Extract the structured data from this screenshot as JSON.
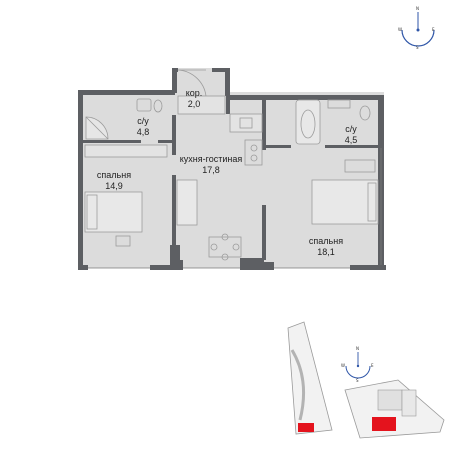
{
  "rooms": [
    {
      "id": "bedroom-1",
      "name": "спальня",
      "area": "14,9"
    },
    {
      "id": "bathroom-1",
      "name": "с/у",
      "area": "4,8"
    },
    {
      "id": "corridor",
      "name": "кор.",
      "area": "2,0"
    },
    {
      "id": "kitchen-living",
      "name": "кухня-гостиная",
      "area": "17,8"
    },
    {
      "id": "bathroom-2",
      "name": "с/у",
      "area": "4,5"
    },
    {
      "id": "bedroom-2",
      "name": "спальня",
      "area": "18,1"
    }
  ],
  "compass_top": {
    "letters": [
      "N",
      "W",
      "E",
      "S"
    ]
  },
  "compass_bottom": {
    "letters": [
      "N",
      "W",
      "E",
      "S"
    ]
  },
  "colors": {
    "wall": "#5d5f63",
    "floor": "#dcdcdc",
    "fixture": "#bfbfbf",
    "highlight": "#e4131d",
    "site": "#f2f2f2",
    "site_outline": "#9a9a9a"
  }
}
